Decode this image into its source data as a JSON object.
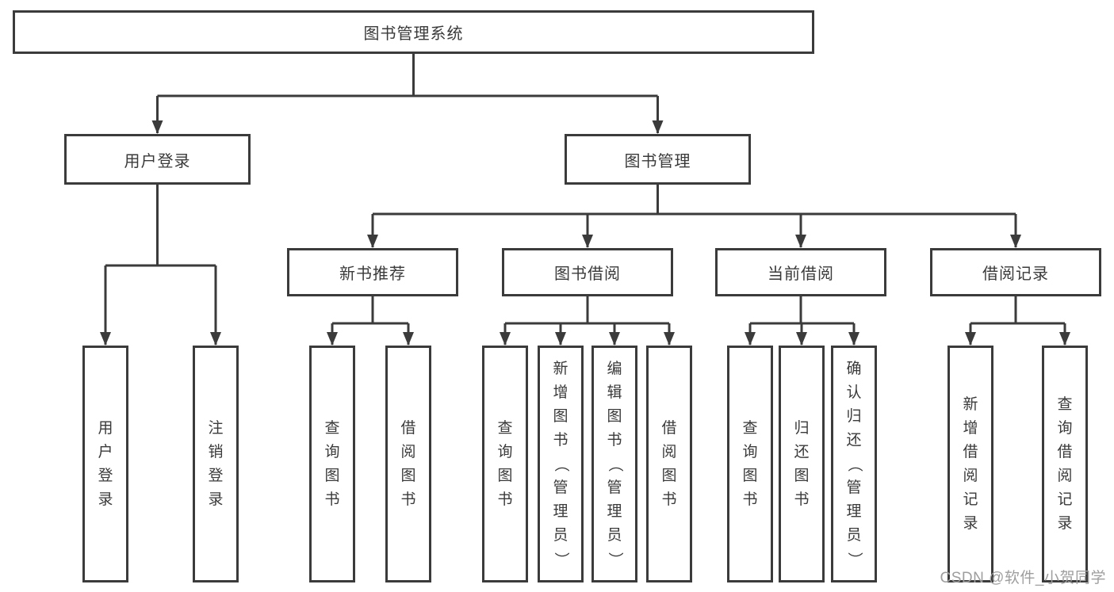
{
  "diagram": {
    "root": {
      "label": "图书管理系统"
    },
    "branches": [
      {
        "label": "用户登录",
        "children": [
          {
            "label": "用户登录"
          },
          {
            "label": "注销登录"
          }
        ]
      },
      {
        "label": "图书管理",
        "children": [
          {
            "label": "新书推荐",
            "children": [
              {
                "label": "查询图书"
              },
              {
                "label": "借阅图书"
              }
            ]
          },
          {
            "label": "图书借阅",
            "children": [
              {
                "label": "查询图书"
              },
              {
                "label": "新增图书（管理员）"
              },
              {
                "label": "编辑图书（管理员）"
              },
              {
                "label": "借阅图书"
              }
            ]
          },
          {
            "label": "当前借阅",
            "children": [
              {
                "label": "查询图书"
              },
              {
                "label": "归还图书"
              },
              {
                "label": "确认归还（管理员）"
              }
            ]
          },
          {
            "label": "借阅记录",
            "children": [
              {
                "label": "新增借阅记录"
              },
              {
                "label": "查询借阅记录"
              }
            ]
          }
        ]
      }
    ]
  },
  "watermark": {
    "text": "CSDN @软件_小贺同学"
  },
  "colors": {
    "line": "#3b3b3b",
    "text": "#3a3a3a",
    "background": "#ffffff",
    "watermark": "#9e9e9e"
  }
}
